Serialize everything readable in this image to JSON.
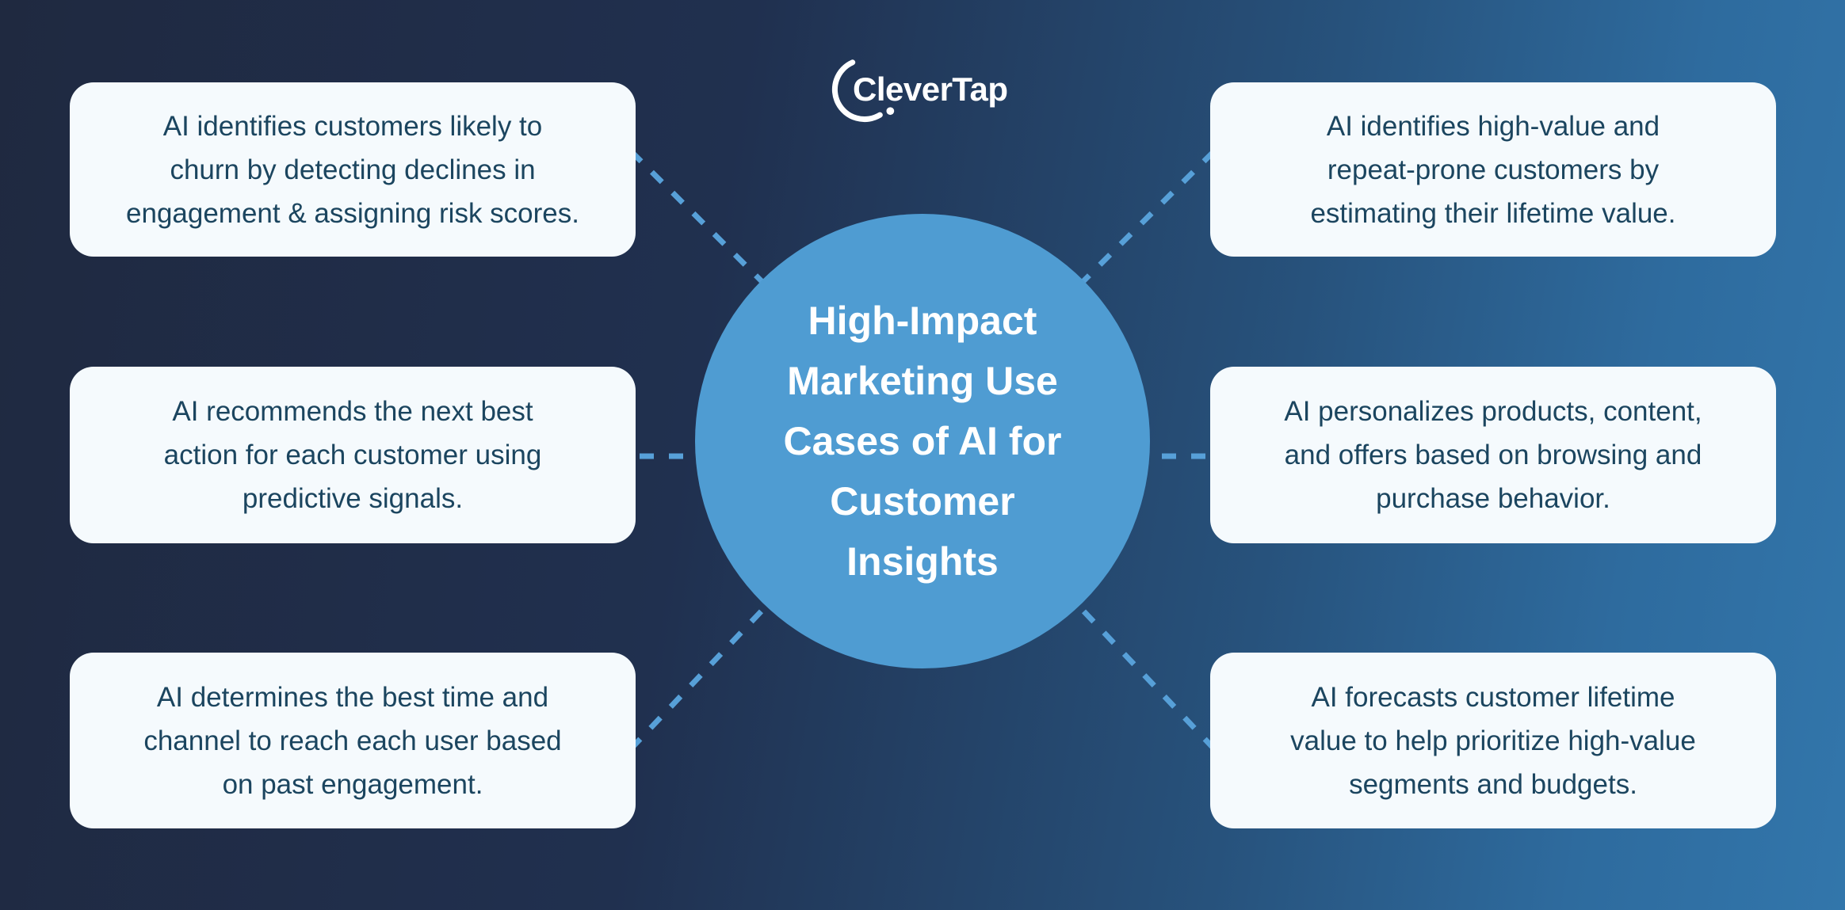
{
  "logo": {
    "brand": "CleverTap"
  },
  "center": {
    "title": "High-Impact\nMarketing Use\nCases of AI for\nCustomer\nInsights"
  },
  "cards": [
    {
      "id": "churn-risk",
      "position": "top-left",
      "text": "AI identifies customers likely to\nchurn by detecting declines in\nengagement & assigning risk scores."
    },
    {
      "id": "next-best-action",
      "position": "middle-left",
      "text": "AI recommends the next best\naction for each customer using\npredictive signals."
    },
    {
      "id": "best-time-channel",
      "position": "bottom-left",
      "text": "AI determines the best time and\nchannel to reach each user based\non past engagement."
    },
    {
      "id": "high-value-customers",
      "position": "top-right",
      "text": "AI identifies high-value and\nrepeat-prone customers by\nestimating their lifetime value."
    },
    {
      "id": "personalization",
      "position": "middle-right",
      "text": "AI personalizes products, content,\nand offers based on browsing and\npurchase behavior."
    },
    {
      "id": "clv-forecast",
      "position": "bottom-right",
      "text": "AI forecasts customer lifetime\nvalue to help prioritize high-value\nsegments and budgets."
    }
  ],
  "colors": {
    "background_dark": "#1F2940",
    "background_light": "#3276AB",
    "hub_fill": "#4F9CD2",
    "hub_text": "#FFFFFF",
    "card_background": "#F5FAFD",
    "card_text": "#1B455F",
    "connector_dash": "#57A0D8",
    "logo_text": "#FFFFFF"
  }
}
